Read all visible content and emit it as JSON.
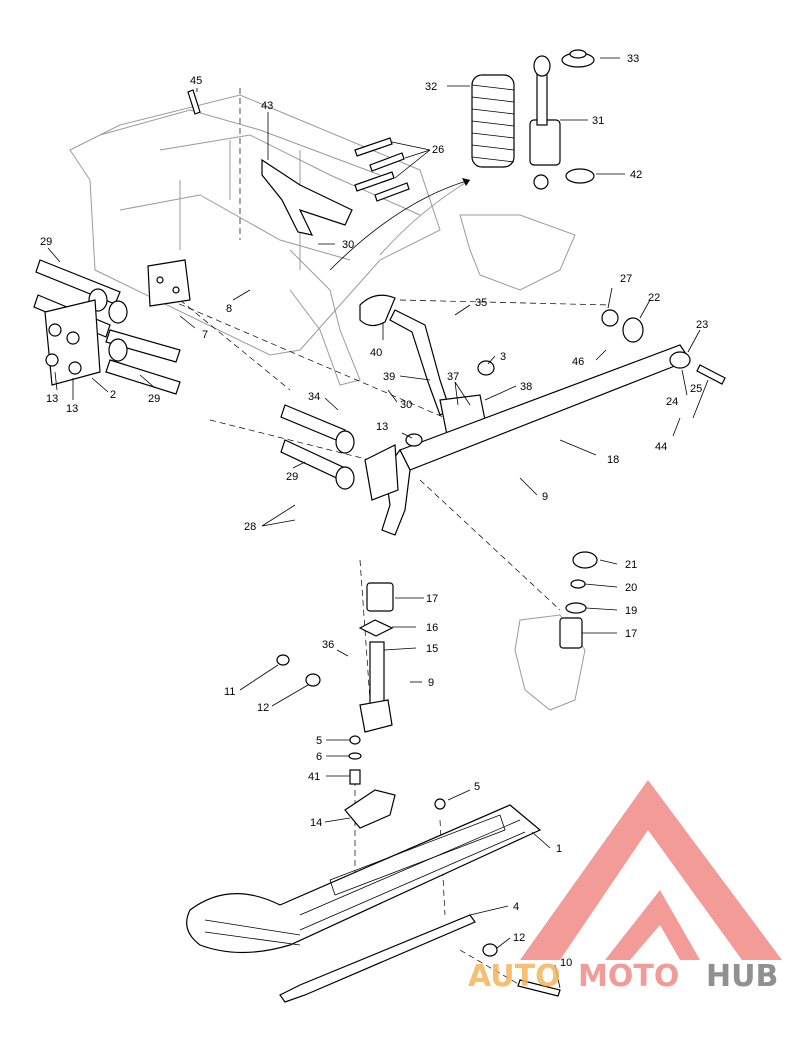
{
  "diagram": {
    "callouts": [
      {
        "id": "c45",
        "label": "45"
      },
      {
        "id": "c43",
        "label": "43"
      },
      {
        "id": "c32",
        "label": "32"
      },
      {
        "id": "c33",
        "label": "33"
      },
      {
        "id": "c31",
        "label": "31"
      },
      {
        "id": "c42",
        "label": "42"
      },
      {
        "id": "c26",
        "label": "26"
      },
      {
        "id": "c30a",
        "label": "30"
      },
      {
        "id": "c29a",
        "label": "29"
      },
      {
        "id": "c8",
        "label": "8"
      },
      {
        "id": "c7",
        "label": "7"
      },
      {
        "id": "c27",
        "label": "27"
      },
      {
        "id": "c22",
        "label": "22"
      },
      {
        "id": "c35",
        "label": "35"
      },
      {
        "id": "c23",
        "label": "23"
      },
      {
        "id": "c40",
        "label": "40"
      },
      {
        "id": "c3",
        "label": "3"
      },
      {
        "id": "c46",
        "label": "46"
      },
      {
        "id": "c24",
        "label": "24"
      },
      {
        "id": "c25",
        "label": "25"
      },
      {
        "id": "c39",
        "label": "39"
      },
      {
        "id": "c37",
        "label": "37"
      },
      {
        "id": "c38",
        "label": "38"
      },
      {
        "id": "c2",
        "label": "2"
      },
      {
        "id": "c29b",
        "label": "29"
      },
      {
        "id": "c13a",
        "label": "13"
      },
      {
        "id": "c13b",
        "label": "13"
      },
      {
        "id": "c34",
        "label": "34"
      },
      {
        "id": "c30b",
        "label": "30"
      },
      {
        "id": "c13c",
        "label": "13"
      },
      {
        "id": "c44",
        "label": "44"
      },
      {
        "id": "c18",
        "label": "18"
      },
      {
        "id": "c29c",
        "label": "29"
      },
      {
        "id": "c9a",
        "label": "9"
      },
      {
        "id": "c28",
        "label": "28"
      },
      {
        "id": "c21",
        "label": "21"
      },
      {
        "id": "c20",
        "label": "20"
      },
      {
        "id": "c17a",
        "label": "17"
      },
      {
        "id": "c19",
        "label": "19"
      },
      {
        "id": "c16",
        "label": "16"
      },
      {
        "id": "c17b",
        "label": "17"
      },
      {
        "id": "c36",
        "label": "36"
      },
      {
        "id": "c15",
        "label": "15"
      },
      {
        "id": "c11",
        "label": "11"
      },
      {
        "id": "c9b",
        "label": "9"
      },
      {
        "id": "c12a",
        "label": "12"
      },
      {
        "id": "c5a",
        "label": "5"
      },
      {
        "id": "c6",
        "label": "6"
      },
      {
        "id": "c41",
        "label": "41"
      },
      {
        "id": "c5b",
        "label": "5"
      },
      {
        "id": "c14",
        "label": "14"
      },
      {
        "id": "c1",
        "label": "1"
      },
      {
        "id": "c4",
        "label": "4"
      },
      {
        "id": "c12b",
        "label": "12"
      },
      {
        "id": "c10",
        "label": "10"
      }
    ]
  },
  "watermark": {
    "word_part_1": "AUTO",
    "word_part_2": "MOTO",
    "word_part_3": "HUB",
    "color_part_1": "#f4b55c",
    "color_part_2": "#f08a86",
    "color_part_3": "#7d7d7d",
    "logo_color": "#f08a86"
  }
}
